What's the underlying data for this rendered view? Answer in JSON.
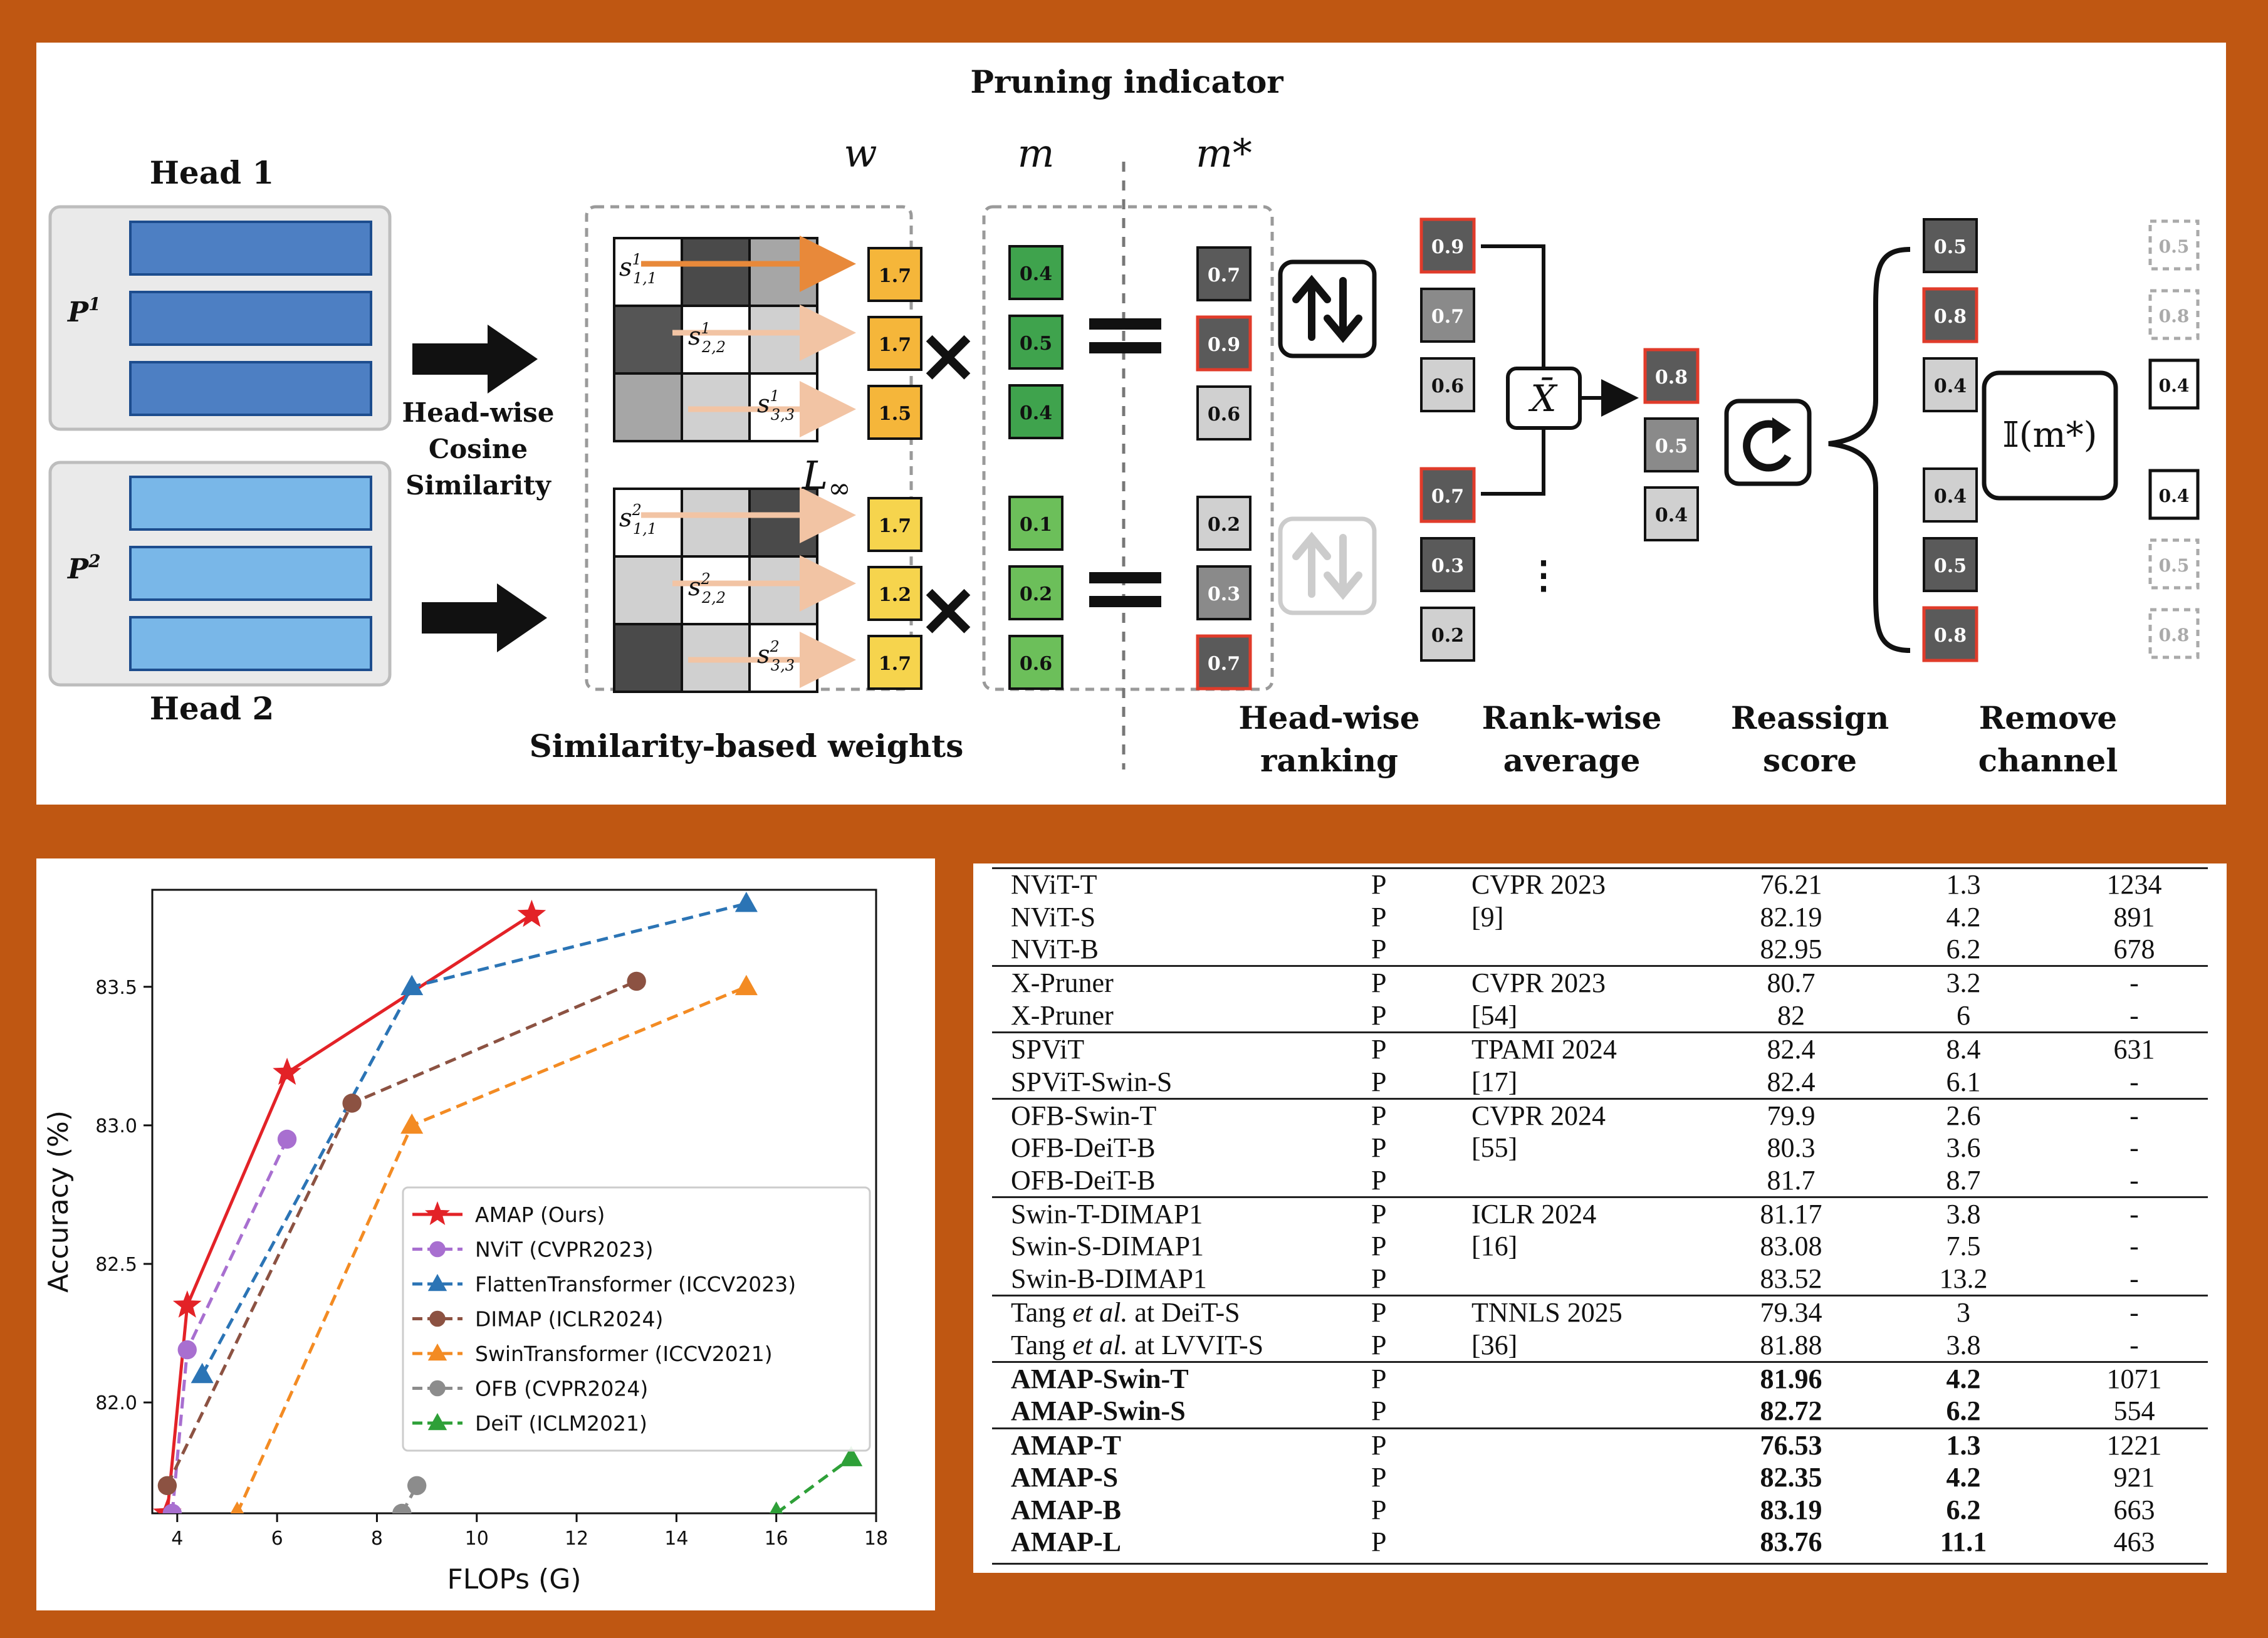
{
  "diagram": {
    "title": "Pruning indicator",
    "head1_label": "Head 1",
    "head2_label": "Head 2",
    "p1_label": "P",
    "p1_sup": "1",
    "p2_label": "P",
    "p2_sup": "2",
    "cosine_label": [
      "Head-wise",
      "Cosine",
      "Similarity"
    ],
    "linf_label": "L",
    "linf_sub": "∞",
    "w_label": "w",
    "m_label": "m",
    "mstar_label": "m*",
    "times": "×",
    "weights_head1": [
      "1.7",
      "1.7",
      "1.5"
    ],
    "weights_head2": [
      "1.7",
      "1.2",
      "1.7"
    ],
    "m_head1": [
      "0.4",
      "0.5",
      "0.4"
    ],
    "m_head2": [
      "0.1",
      "0.2",
      "0.6"
    ],
    "mstar_head1": [
      "0.7",
      "0.9",
      "0.6"
    ],
    "mstar_head2": [
      "0.2",
      "0.3",
      "0.7"
    ],
    "ranking_head1": [
      "0.9",
      "0.7",
      "0.6"
    ],
    "ranking_head2": [
      "0.7",
      "0.3",
      "0.2"
    ],
    "average_values": [
      "0.8",
      "0.5",
      "0.4"
    ],
    "xbar_label": "X̄",
    "reassign_head1": [
      "0.5",
      "0.8",
      "0.4"
    ],
    "reassign_head2": [
      "0.4",
      "0.5",
      "0.8"
    ],
    "indicator_label": "𝕀(m*)",
    "remove_head1": [
      "0.5",
      "0.8",
      "0.4"
    ],
    "remove_head2": [
      "0.4",
      "0.5",
      "0.8"
    ],
    "similarity_weights_label": "Similarity-based weights",
    "head_wise_ranking_label": [
      "Head-wise",
      "ranking"
    ],
    "rank_wise_average_label": [
      "Rank-wise",
      "average"
    ],
    "reassign_score_label": [
      "Reassign",
      "score"
    ],
    "remove_channel_label": [
      "Remove",
      "channel"
    ],
    "sim_labels_head1": [
      "s",
      "s",
      "s"
    ],
    "sim_subs_head1": [
      "1,1",
      "2,2",
      "3,3"
    ],
    "sim_sups_head1": [
      "1",
      "1",
      "1"
    ],
    "sim_subs_head2": [
      "1,1",
      "2,2",
      "3,3"
    ],
    "sim_sups_head2": [
      "2",
      "2",
      "2"
    ],
    "colors": {
      "head1_bar": "#4d7fc3",
      "head2_bar": "#79b7e8",
      "weight_orange": "#f5b63a",
      "weight_yellow": "#f6d44d",
      "m_green": "#3fa34d",
      "red_border": "#e03b2a",
      "dark_gray": "#5a5a5a",
      "light_gray": "#d0d0d0"
    }
  },
  "chart_data": {
    "type": "line",
    "xlabel": "FLOPs (G)",
    "ylabel": "Accuracy (%)",
    "xlim": [
      3.5,
      18
    ],
    "ylim": [
      81.6,
      83.85
    ],
    "xticks": [
      "4",
      "6",
      "8",
      "10",
      "12",
      "14",
      "16",
      "18"
    ],
    "yticks": [
      "82.0",
      "82.5",
      "83.0",
      "83.5"
    ],
    "legend_position": "lower right",
    "series": [
      {
        "name": "AMAP (Ours)",
        "color": "#e32227",
        "marker": "star",
        "dash": "solid",
        "x": [
          3.8,
          4.2,
          6.2,
          11.1
        ],
        "y": [
          81.6,
          82.35,
          83.19,
          83.76
        ]
      },
      {
        "name": "NViT (CVPR2023)",
        "color": "#a86fd0",
        "marker": "circle",
        "dash": "dashed",
        "x": [
          3.9,
          4.2,
          6.2
        ],
        "y": [
          81.6,
          82.19,
          82.95
        ]
      },
      {
        "name": "FlattenTransformer (ICCV2023)",
        "color": "#2b74b5",
        "marker": "triangle",
        "dash": "dashed",
        "x": [
          4.5,
          8.7,
          15.4
        ],
        "y": [
          82.1,
          83.5,
          83.8
        ]
      },
      {
        "name": "DIMAP (ICLR2024)",
        "color": "#8c5242",
        "marker": "circle",
        "dash": "dashed",
        "x": [
          3.8,
          7.5,
          13.2
        ],
        "y": [
          81.7,
          83.08,
          83.52
        ]
      },
      {
        "name": "SwinTransformer (ICCV2021)",
        "color": "#f38b23",
        "marker": "triangle",
        "dash": "dashed",
        "x": [
          5.2,
          8.7,
          15.4
        ],
        "y": [
          81.6,
          83.0,
          83.5
        ]
      },
      {
        "name": "OFB (CVPR2024)",
        "color": "#8c8c8c",
        "marker": "circle",
        "dash": "dashed",
        "x": [
          8.5,
          8.8
        ],
        "y": [
          81.6,
          81.7
        ]
      },
      {
        "name": "DeiT (ICLM2021)",
        "color": "#2ea038",
        "marker": "triangle",
        "dash": "dashed",
        "x": [
          16.0,
          17.5
        ],
        "y": [
          81.6,
          81.8
        ]
      }
    ]
  },
  "table": {
    "groups": [
      [
        [
          "NViT-T",
          "P",
          "CVPR 2023",
          "76.21",
          "1.3",
          "1234"
        ],
        [
          "NViT-S",
          "P",
          "[9]",
          "82.19",
          "4.2",
          "891"
        ],
        [
          "NViT-B",
          "P",
          "",
          "82.95",
          "6.2",
          "678"
        ]
      ],
      [
        [
          "X-Pruner",
          "P",
          "CVPR 2023",
          "80.7",
          "3.2",
          "-"
        ],
        [
          "X-Pruner",
          "P",
          "[54]",
          "82",
          "6",
          "-"
        ]
      ],
      [
        [
          "SPViT",
          "P",
          "TPAMI 2024",
          "82.4",
          "8.4",
          "631"
        ],
        [
          "SPViT-Swin-S",
          "P",
          "[17]",
          "82.4",
          "6.1",
          "-"
        ]
      ],
      [
        [
          "OFB-Swin-T",
          "P",
          "CVPR 2024",
          "79.9",
          "2.6",
          "-"
        ],
        [
          "OFB-DeiT-B",
          "P",
          "[55]",
          "80.3",
          "3.6",
          "-"
        ],
        [
          "OFB-DeiT-B",
          "P",
          "",
          "81.7",
          "8.7",
          "-"
        ]
      ],
      [
        [
          "Swin-T-DIMAP1",
          "P",
          "ICLR 2024",
          "81.17",
          "3.8",
          "-"
        ],
        [
          "Swin-S-DIMAP1",
          "P",
          "[16]",
          "83.08",
          "7.5",
          "-"
        ],
        [
          "Swin-B-DIMAP1",
          "P",
          "",
          "83.52",
          "13.2",
          "-"
        ]
      ],
      [
        [
          "Tang et al. at DeiT-S",
          "P",
          "TNNLS 2025",
          "79.34",
          "3",
          "-"
        ],
        [
          "Tang et al. at LVVIT-S",
          "P",
          "[36]",
          "81.88",
          "3.8",
          "-"
        ]
      ],
      [
        [
          "AMAP-Swin-T",
          "P",
          "",
          "81.96",
          "4.2",
          "1071"
        ],
        [
          "AMAP-Swin-S",
          "P",
          "",
          "82.72",
          "6.2",
          "554"
        ]
      ],
      [
        [
          "AMAP-T",
          "P",
          "",
          "76.53",
          "1.3",
          "1221"
        ],
        [
          "AMAP-S",
          "P",
          "",
          "82.35",
          "4.2",
          "921"
        ],
        [
          "AMAP-B",
          "P",
          "",
          "83.19",
          "6.2",
          "663"
        ],
        [
          "AMAP-L",
          "P",
          "",
          "83.76",
          "11.1",
          "463"
        ]
      ]
    ],
    "bold_groups": [
      6,
      7
    ]
  }
}
